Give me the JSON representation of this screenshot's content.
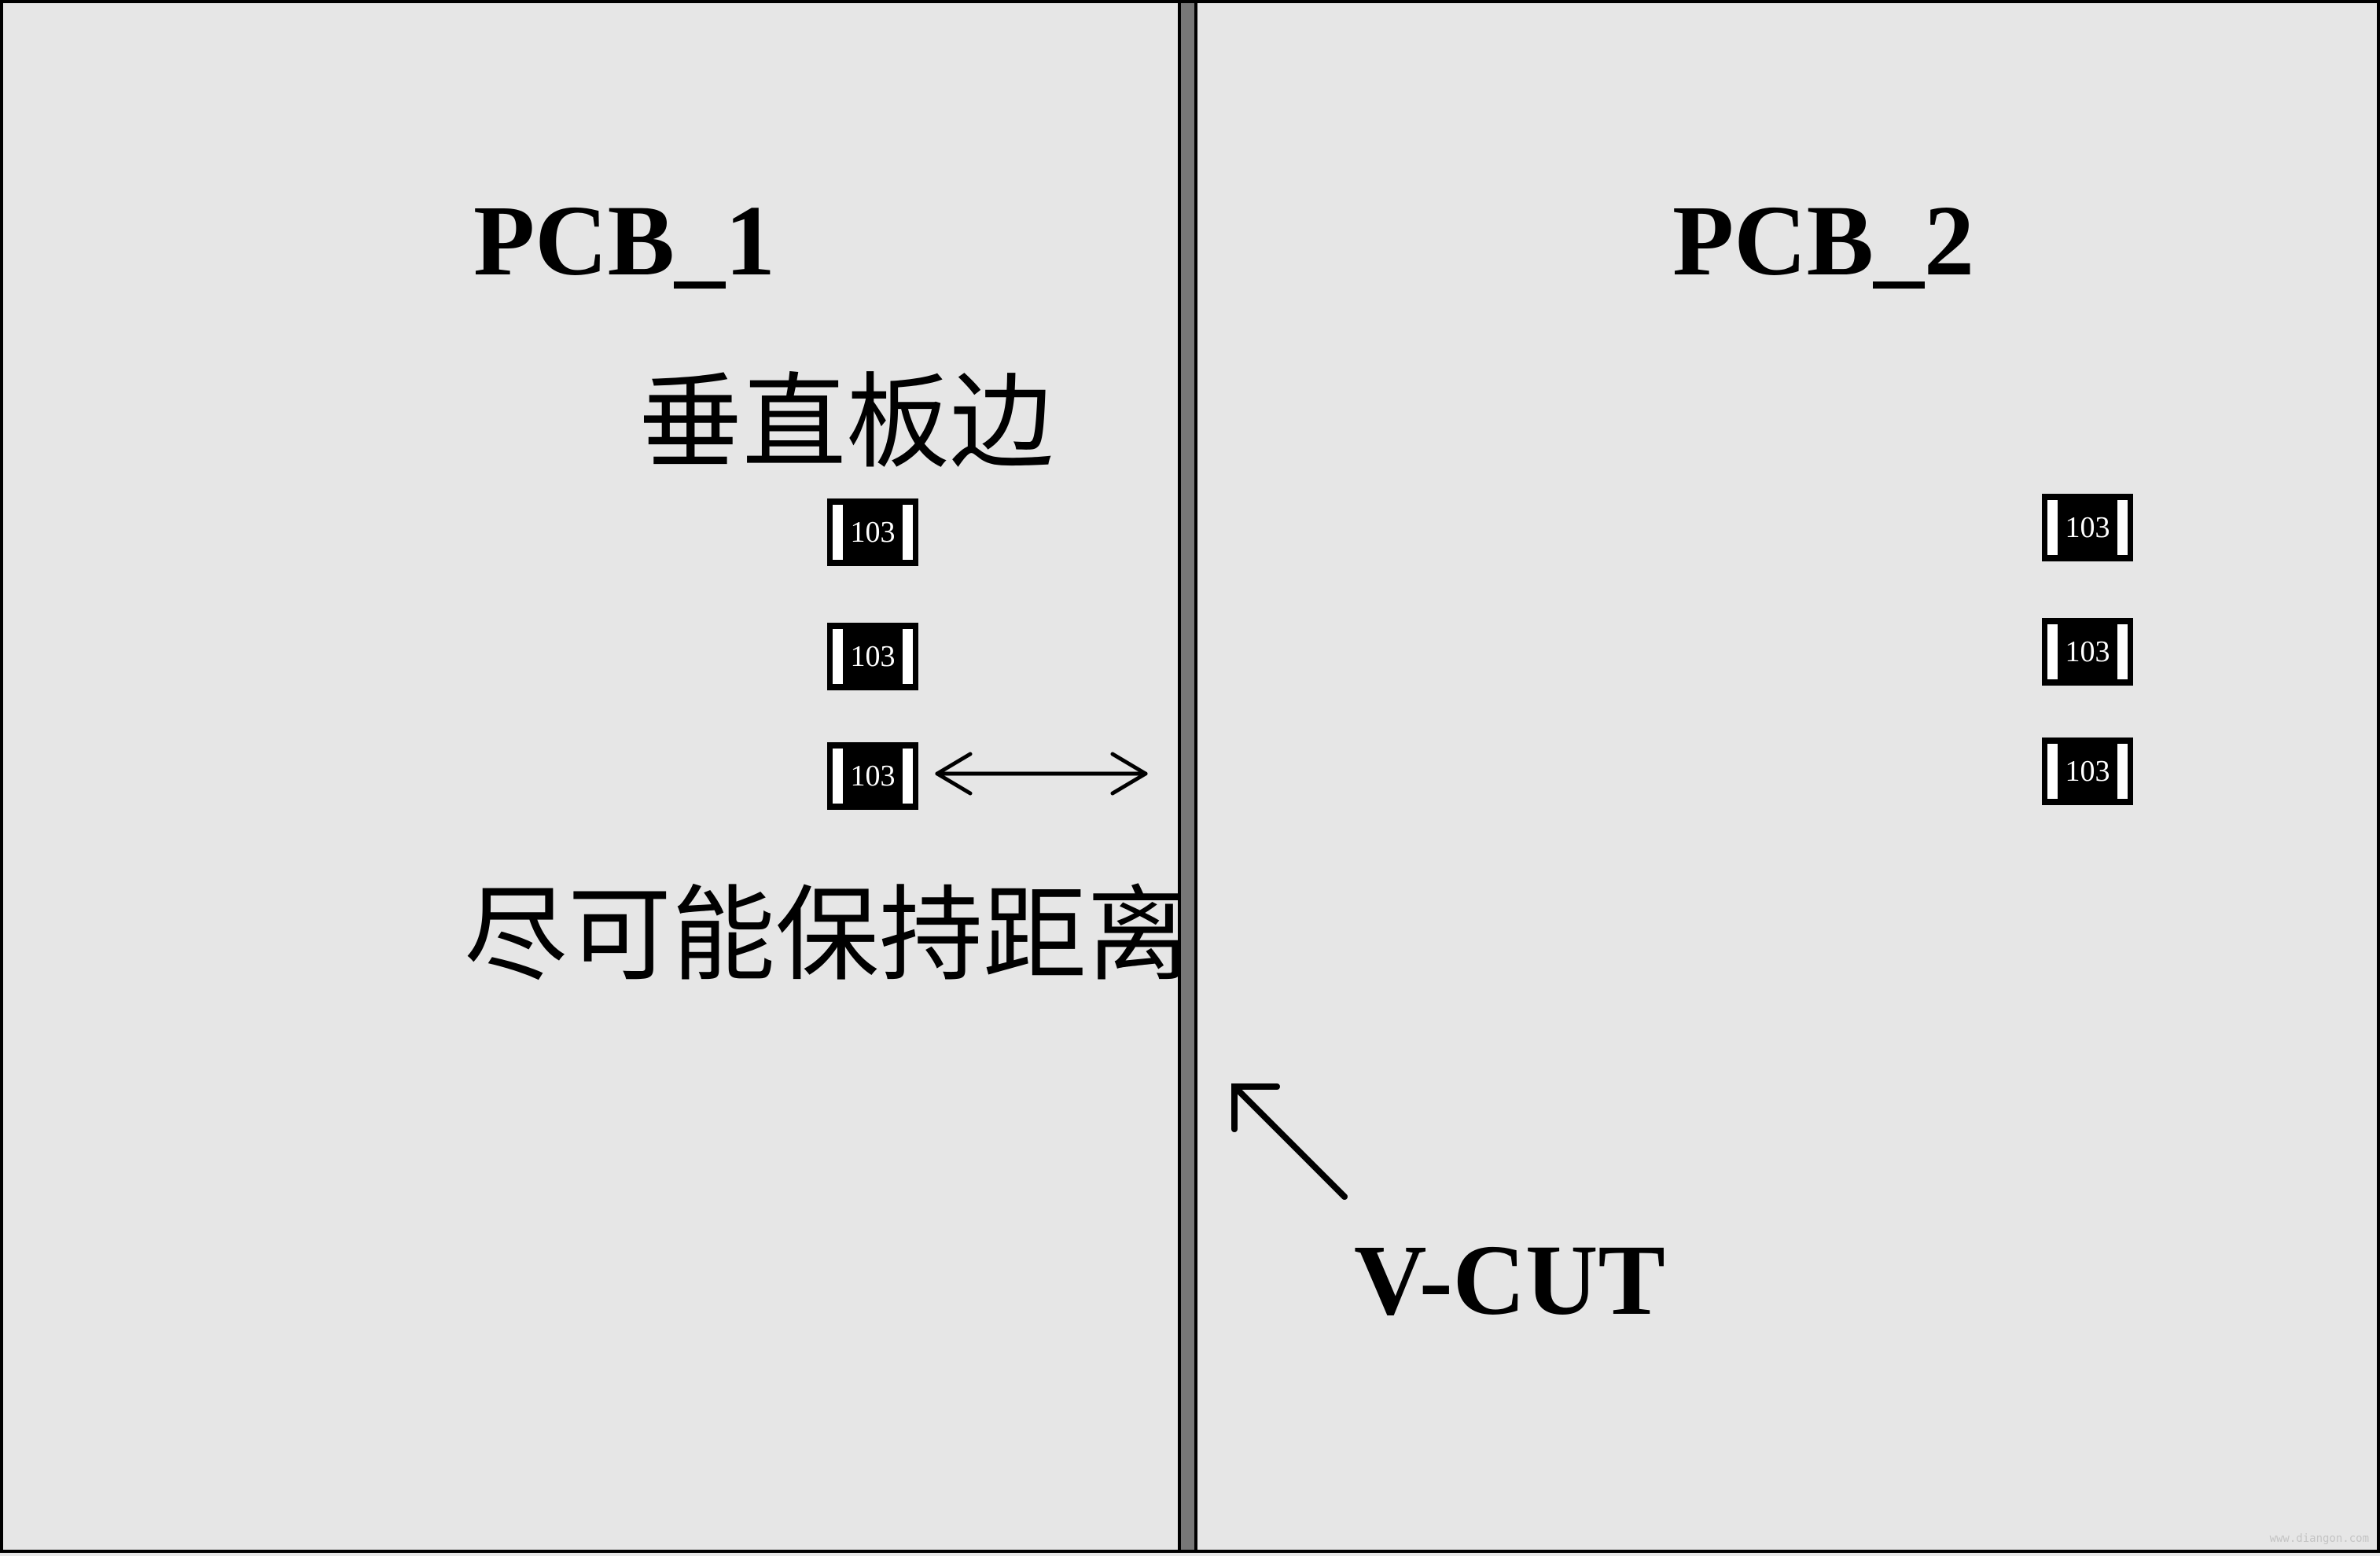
{
  "boards": [
    {
      "title": "PCB_1",
      "chips": [
        "103",
        "103",
        "103"
      ]
    },
    {
      "title": "PCB_2",
      "chips": [
        "103",
        "103",
        "103"
      ]
    }
  ],
  "notes": {
    "edge": "垂直板边",
    "distance": "尽可能保持距离"
  },
  "vcut_label": "V-CUT",
  "watermark": "www.diangon.com",
  "colors": {
    "background": "#e6e6e6",
    "vcut_strip": "#777777",
    "outline": "#000000",
    "chip_body": "#000000",
    "chip_pad": "#ffffff"
  },
  "icons": [
    "double-arrow-icon",
    "diagonal-arrow-icon"
  ]
}
